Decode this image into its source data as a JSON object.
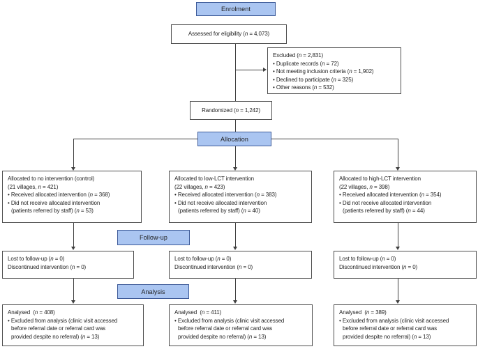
{
  "colors": {
    "label_fill": "#aac5f1",
    "label_border": "#3d5a98",
    "box_border": "#4d4d4d",
    "line": "#3f3f3f",
    "text": "#1f1f1f",
    "bg": "#ffffff"
  },
  "labels": {
    "enrolment": "Enrolment",
    "allocation": "Allocation",
    "followup": "Follow-up",
    "analysis": "Analysis"
  },
  "top": {
    "assessed": "Assessed for eligibility (n = 4,073)",
    "excluded_lines": [
      "Excluded (n = 2,831)",
      "• Duplicate records (n = 72)",
      "• Not meeting inclusion criteria (n = 1,902)",
      "• Declined to participate (n = 325)",
      "• Other reasons (n = 532)"
    ],
    "randomized": "Randomized (n = 1,242)"
  },
  "arms": [
    {
      "allocation_lines": [
        "Allocated to no intervention (control)",
        "(21 villages, n = 421)",
        "• Received allocated intervention (n = 368)",
        "• Did not receive allocated intervention",
        "(patients referred by staff) (n = 53)"
      ],
      "followup_lines": [
        "Lost to follow-up (n = 0)",
        "Discontinued intervention (n = 0)"
      ],
      "analysed_lines": [
        "Analysed  (n = 408)",
        "• Excluded from analysis (clinic visit accessed",
        "before referral date or referral card was",
        "provided despite no referral) (n = 13)"
      ]
    },
    {
      "allocation_lines": [
        "Allocated to low-LCT intervention",
        "(22 villages, n = 423)",
        "• Received allocated intervention (n = 383)",
        "• Did not receive allocated intervention",
        "(patients referred by staff) (n = 40)"
      ],
      "followup_lines": [
        "Lost to follow-up (n = 0)",
        "Discontinued intervention (n = 0)"
      ],
      "analysed_lines": [
        "Analysed  (n = 411)",
        "• Excluded from analysis (clinic visit accessed",
        "before referral date or referral card was",
        "provided despite no referral) (n = 13)"
      ]
    },
    {
      "allocation_lines": [
        "Allocated to high-LCT intervention",
        "(22 villages, n = 398)",
        "• Received allocated intervention (n = 354)",
        "• Did not receive allocated intervention",
        "(patients referred by staff) (n = 44)"
      ],
      "followup_lines": [
        "Lost to follow-up (n = 0)",
        "Discontinued intervention (n = 0)"
      ],
      "analysed_lines": [
        "Analysed  (n = 389)",
        "• Excluded from analysis (clinic visit accessed",
        "before referral date or referral card was",
        "provided despite no referral) (n = 13)"
      ]
    }
  ]
}
